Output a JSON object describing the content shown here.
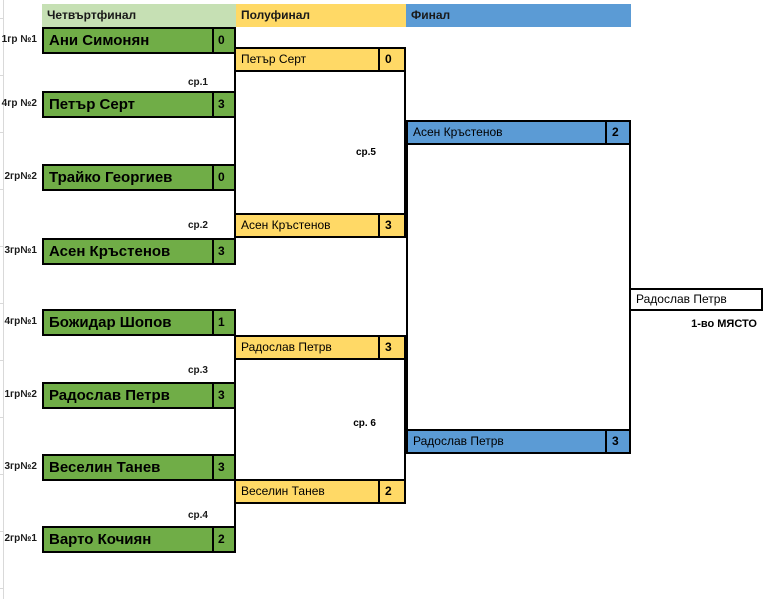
{
  "columns": [
    {
      "label": "Четвъртфинал"
    },
    {
      "label": "Полуфинал"
    },
    {
      "label": "Финал"
    }
  ],
  "colors": {
    "quarterfinal_header": "#C6E0B4",
    "semifinal_header": "#FFD966",
    "final_header": "#5B9BD5",
    "quarterfinal_box": "#70AD47",
    "semifinal_box": "#FFD966",
    "final_box": "#5B9BD5",
    "border": "#000000",
    "gridline": "#D9D9D9"
  },
  "quarterfinal": {
    "entries": [
      {
        "seed": "1гр №1",
        "name": "Ани Симонян",
        "score": "0"
      },
      {
        "seed": "4гр №2",
        "name": "Петър Серт",
        "score": "3"
      },
      {
        "seed": "2гр№2",
        "name": "Трайко Георгиев",
        "score": "0"
      },
      {
        "seed": "3гр№1",
        "name": "Асен Кръстенов",
        "score": "3"
      },
      {
        "seed": "4гр№1",
        "name": "Божидар Шопов",
        "score": "1"
      },
      {
        "seed": "1гр№2",
        "name": "Радослав Петрв",
        "score": "3"
      },
      {
        "seed": "3гр№2",
        "name": "Веселин Танев",
        "score": "3"
      },
      {
        "seed": "2гр№1",
        "name": "Варто Кочиян",
        "score": "2"
      }
    ],
    "match_labels": [
      "ср.1",
      "ср.2",
      "ср.3",
      "ср.4"
    ]
  },
  "semifinal": {
    "matches": [
      {
        "label": "ср.5",
        "top_name": "Петър Серт",
        "top_score": "0",
        "bottom_name": "Асен Кръстенов",
        "bottom_score": "3"
      },
      {
        "label": "ср. 6",
        "top_name": "Радослав Петрв",
        "top_score": "3",
        "bottom_name": "Веселин Танев",
        "bottom_score": "2"
      }
    ]
  },
  "final": {
    "top_name": "Асен Кръстенов",
    "top_score": "2",
    "bottom_name": "Радослав Петрв",
    "bottom_score": "3"
  },
  "winner": {
    "name": "Радослав Петрв",
    "place_label": "1-во МЯСТО"
  }
}
